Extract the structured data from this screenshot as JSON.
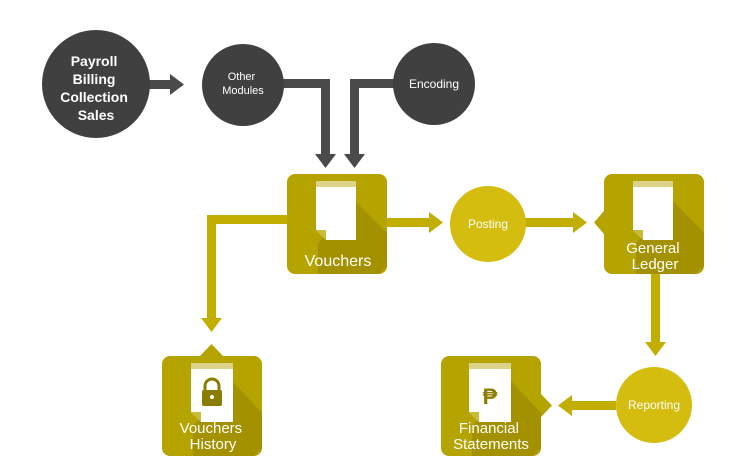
{
  "diagram": {
    "sources_circle_lines": [
      "Payroll",
      "Billing",
      "Collection",
      "Sales"
    ],
    "other_modules_lines": [
      "Other",
      "Modules"
    ],
    "encoding_label": "Encoding",
    "vouchers_label": "Vouchers",
    "posting_label": "Posting",
    "general_ledger_lines": [
      "General",
      "Ledger"
    ],
    "reporting_label": "Reporting",
    "vouchers_history_lines": [
      "Vouchers",
      "History"
    ],
    "financial_statements_lines": [
      "Financial",
      "Statements"
    ],
    "colors": {
      "dark_circle": "#404040",
      "dark_arrow": "#4a4a4a",
      "gold_box": "#b5a300",
      "gold_box_shadow": "#938400",
      "gold_circle": "#d4bd0f",
      "gold_arrow": "#c2ae00",
      "white": "#ffffff"
    },
    "icons": {
      "vouchers": "document-icon",
      "general_ledger": "document-icon",
      "vouchers_history": "lock-document-icon",
      "financial_statements": "peso-document-icon"
    }
  }
}
